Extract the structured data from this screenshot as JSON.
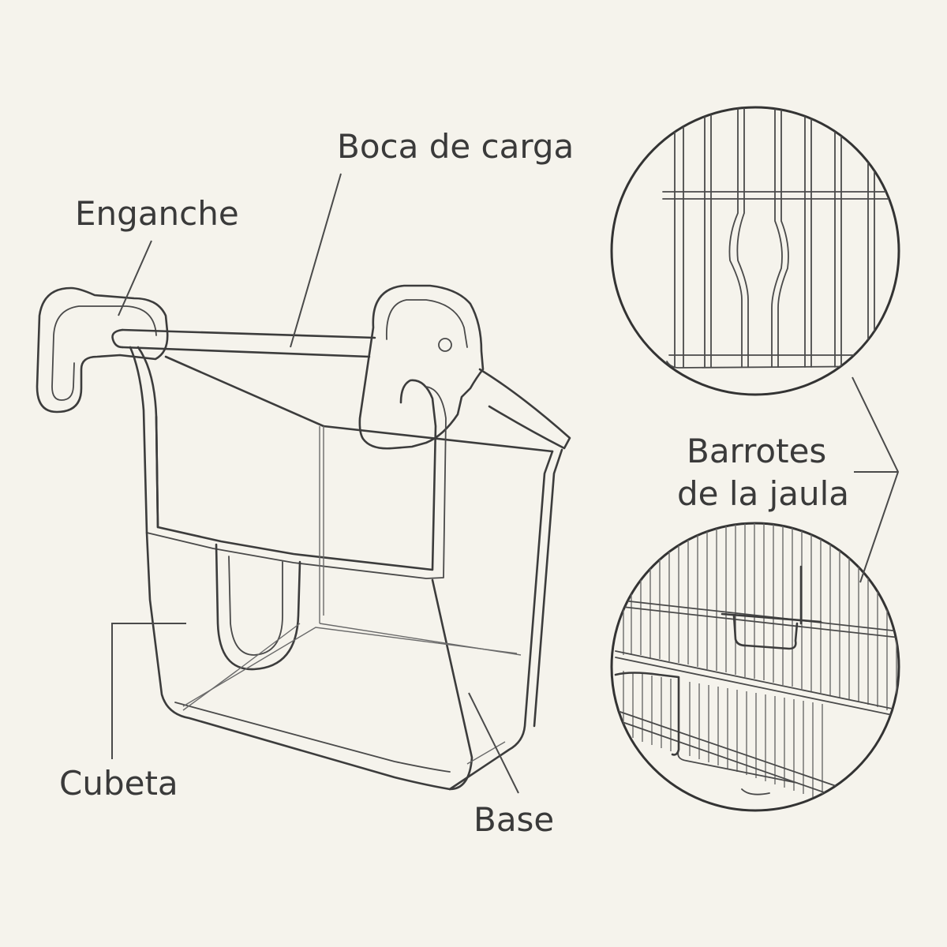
{
  "labels": {
    "hook": "Enganche",
    "loading_mouth": "Boca de carga",
    "tray": "Cubeta",
    "base": "Base",
    "cage_bars_line1": "Barrotes",
    "cage_bars_line2": "de la jaula"
  },
  "colors": {
    "background": "#f5f3ec",
    "line": "#3c3c3c",
    "text": "#3a3a3a"
  }
}
